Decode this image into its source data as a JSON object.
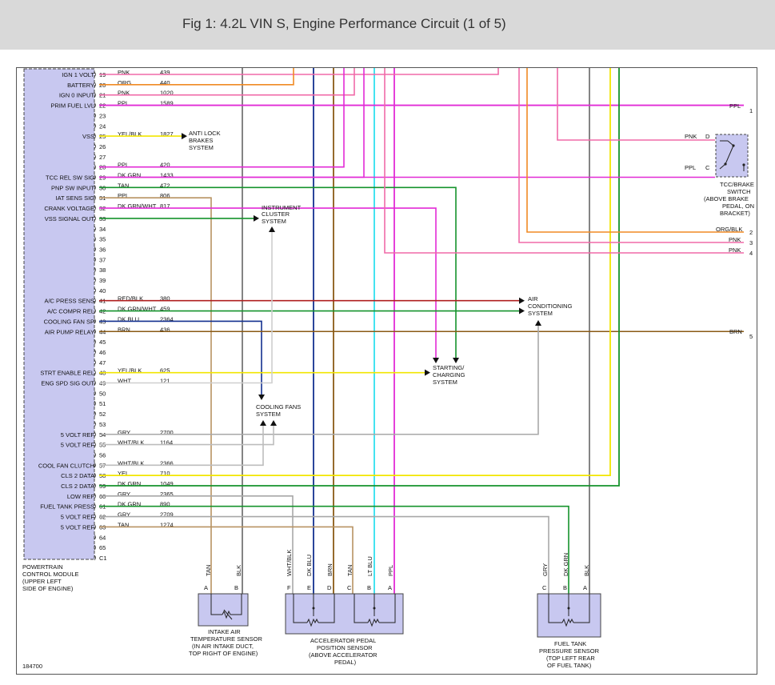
{
  "header": {
    "title": "Fig 1: 4.2L VIN S, Engine Performance Circuit (1 of 5)"
  },
  "colors": {
    "PNK": "#f06aa8",
    "ORG": "#f08a24",
    "PPL": "#e22bd6",
    "YEL": "#f2e600",
    "DKGRN": "#15932c",
    "TAN": "#b89262",
    "DKGRNWHT": "#15932c",
    "REDBLK": "#b02020",
    "DKBLU": "#13308f",
    "BRN": "#8a5a14",
    "WHT": "#cfcfcf",
    "GRY": "#a8a8a8",
    "WHTBLK": "#bdbdbd",
    "BLK": "#666666",
    "LTBLU": "#2fe0ee",
    "ORGBLK": "#d98c3a",
    "pcm_fill": "#c8c8f0",
    "sensor_fill": "#c8c8f0"
  },
  "pcm": {
    "name_lines": [
      "POWERTRAIN",
      "CONTROL MODULE",
      "(UPPER LEFT",
      "SIDE OF ENGINE)"
    ],
    "pins": [
      {
        "pin": "19",
        "label": "IGN 1 VOLT",
        "color": "PNK",
        "circuit": "439"
      },
      {
        "pin": "20",
        "label": "BATTERY",
        "color": "ORG",
        "circuit": "440"
      },
      {
        "pin": "21",
        "label": "IGN 0 INPUT",
        "color": "PNK",
        "circuit": "1020"
      },
      {
        "pin": "22",
        "label": "PRIM FUEL LVL",
        "color": "PPL",
        "circuit": "1589"
      },
      {
        "pin": "23",
        "label": "",
        "color": "",
        "circuit": ""
      },
      {
        "pin": "24",
        "label": "",
        "color": "",
        "circuit": ""
      },
      {
        "pin": "25",
        "label": "VSS",
        "color": "YEL/BLK",
        "circuit": "1827"
      },
      {
        "pin": "26",
        "label": "",
        "color": "",
        "circuit": ""
      },
      {
        "pin": "27",
        "label": "",
        "color": "",
        "circuit": ""
      },
      {
        "pin": "28",
        "label": "",
        "color": "PPL",
        "circuit": "420"
      },
      {
        "pin": "29",
        "label": "TCC REL SW SIG",
        "color": "DK GRN",
        "circuit": "1433"
      },
      {
        "pin": "30",
        "label": "PNP SW INPUT",
        "color": "TAN",
        "circuit": "472"
      },
      {
        "pin": "31",
        "label": "IAT SENS SIG",
        "color": "PPL",
        "circuit": "806"
      },
      {
        "pin": "32",
        "label": "CRANK VOLTAGE",
        "color": "DK GRN/WHT",
        "circuit": "817"
      },
      {
        "pin": "33",
        "label": "VSS SIGNAL OUT",
        "color": "",
        "circuit": ""
      },
      {
        "pin": "34",
        "label": "",
        "color": "",
        "circuit": ""
      },
      {
        "pin": "35",
        "label": "",
        "color": "",
        "circuit": ""
      },
      {
        "pin": "36",
        "label": "",
        "color": "",
        "circuit": ""
      },
      {
        "pin": "37",
        "label": "",
        "color": "",
        "circuit": ""
      },
      {
        "pin": "38",
        "label": "",
        "color": "",
        "circuit": ""
      },
      {
        "pin": "39",
        "label": "",
        "color": "",
        "circuit": ""
      },
      {
        "pin": "40",
        "label": "",
        "color": "",
        "circuit": ""
      },
      {
        "pin": "41",
        "label": "A/C PRESS SENS",
        "color": "RED/BLK",
        "circuit": "380"
      },
      {
        "pin": "42",
        "label": "A/C COMPR REL",
        "color": "DK GRN/WHT",
        "circuit": "459"
      },
      {
        "pin": "43",
        "label": "COOLING FAN SP",
        "color": "DK BLU",
        "circuit": "2364"
      },
      {
        "pin": "44",
        "label": "AIR PUMP RELAY",
        "color": "BRN",
        "circuit": "436"
      },
      {
        "pin": "45",
        "label": "",
        "color": "",
        "circuit": ""
      },
      {
        "pin": "46",
        "label": "",
        "color": "",
        "circuit": ""
      },
      {
        "pin": "47",
        "label": "",
        "color": "",
        "circuit": ""
      },
      {
        "pin": "48",
        "label": "STRT ENABLE REL",
        "color": "YEL/BLK",
        "circuit": "625"
      },
      {
        "pin": "49",
        "label": "ENG SPD SIG OUT",
        "color": "WHT",
        "circuit": "121"
      },
      {
        "pin": "50",
        "label": "",
        "color": "",
        "circuit": ""
      },
      {
        "pin": "51",
        "label": "",
        "color": "",
        "circuit": ""
      },
      {
        "pin": "52",
        "label": "",
        "color": "",
        "circuit": ""
      },
      {
        "pin": "53",
        "label": "",
        "color": "",
        "circuit": ""
      },
      {
        "pin": "54",
        "label": "5 VOLT REF",
        "color": "GRY",
        "circuit": "2700"
      },
      {
        "pin": "55",
        "label": "5 VOLT REF",
        "color": "WHT/BLK",
        "circuit": "1164"
      },
      {
        "pin": "56",
        "label": "",
        "color": "",
        "circuit": ""
      },
      {
        "pin": "57",
        "label": "COOL FAN CLUTCH",
        "color": "WHT/BLK",
        "circuit": "2366"
      },
      {
        "pin": "58",
        "label": "CLS 2 DATA",
        "color": "YEL",
        "circuit": "710"
      },
      {
        "pin": "59",
        "label": "CLS 2 DATA",
        "color": "DK GRN",
        "circuit": "1049"
      },
      {
        "pin": "60",
        "label": "LOW REF",
        "color": "GRY",
        "circuit": "2365"
      },
      {
        "pin": "61",
        "label": "FUEL TANK PRESS",
        "color": "DK GRN",
        "circuit": "890"
      },
      {
        "pin": "62",
        "label": "5 VOLT REF",
        "color": "GRY",
        "circuit": "2709"
      },
      {
        "pin": "63",
        "label": "5 VOLT REF",
        "color": "TAN",
        "circuit": "1274"
      },
      {
        "pin": "64",
        "label": "",
        "color": "",
        "circuit": ""
      },
      {
        "pin": "65",
        "label": "",
        "color": "",
        "circuit": ""
      },
      {
        "pin": "C1",
        "label": "",
        "color": "",
        "circuit": ""
      }
    ]
  },
  "systems": {
    "abs": [
      "ANTI LOCK",
      "BRAKES",
      "SYSTEM"
    ],
    "cluster": [
      "INSTRUMENT",
      "CLUSTER",
      "SYSTEM"
    ],
    "ac": [
      "AIR",
      "CONDITIONING",
      "SYSTEM"
    ],
    "starting": [
      "STARTING/",
      "CHARGING",
      "SYSTEM"
    ],
    "fans": [
      "COOLING FANS",
      "SYSTEM"
    ]
  },
  "tcc_switch": {
    "label_lines": [
      "TCC/BRAKE",
      "SWITCH",
      "(ABOVE BRAKE",
      "PEDAL, ON",
      "BRACKET)"
    ],
    "pin_d_color": "PNK",
    "pin_d": "D",
    "pin_c_color": "PPL",
    "pin_c": "C"
  },
  "right_edge": [
    {
      "color": "PPL",
      "num": "1"
    },
    {
      "color": "ORG/BLK",
      "num": "2"
    },
    {
      "color": "PNK",
      "num": "3"
    },
    {
      "color": "PNK",
      "num": "4"
    },
    {
      "color": "BRN",
      "num": "5"
    }
  ],
  "sensors": {
    "iat": {
      "label_lines": [
        "INTAKE AIR",
        "TEMPERATURE SENSOR",
        "(IN AIR INTAKE DUCT,",
        "TOP RIGHT OF ENGINE)"
      ],
      "pins": [
        {
          "pin": "A",
          "color": "TAN"
        },
        {
          "pin": "B",
          "color": "BLK"
        }
      ]
    },
    "app": {
      "label_lines": [
        "ACCELERATOR PEDAL",
        "POSITION SENSOR",
        "(ABOVE ACCELERATOR",
        "PEDAL)"
      ],
      "pins": [
        {
          "pin": "F",
          "color": "WHT/BLK"
        },
        {
          "pin": "E",
          "color": "DK BLU"
        },
        {
          "pin": "D",
          "color": "BRN"
        },
        {
          "pin": "C",
          "color": "TAN"
        },
        {
          "pin": "B",
          "color": "LT BLU"
        },
        {
          "pin": "A",
          "color": "PPL"
        }
      ]
    },
    "ftp": {
      "label_lines": [
        "FUEL TANK",
        "PRESSURE SENSOR",
        "(TOP LEFT REAR",
        "OF FUEL TANK)"
      ],
      "pins": [
        {
          "pin": "C",
          "color": "GRY"
        },
        {
          "pin": "B",
          "color": "DK GRN"
        },
        {
          "pin": "A",
          "color": "BLK"
        }
      ]
    }
  },
  "figure_id": "184700"
}
